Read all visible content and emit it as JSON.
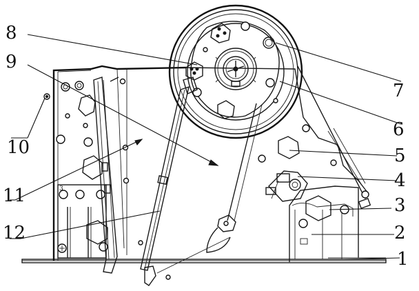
{
  "labels": {
    "l1": "1",
    "l2": "2",
    "l3": "3",
    "l4": "4",
    "l5": "5",
    "l6": "6",
    "l7": "7",
    "l8": "8",
    "l9": "9",
    "l10": "10",
    "l11": "11",
    "l12": "12",
    "small3": "3"
  },
  "colors": {
    "line": "#111111",
    "background": "#ffffff"
  }
}
